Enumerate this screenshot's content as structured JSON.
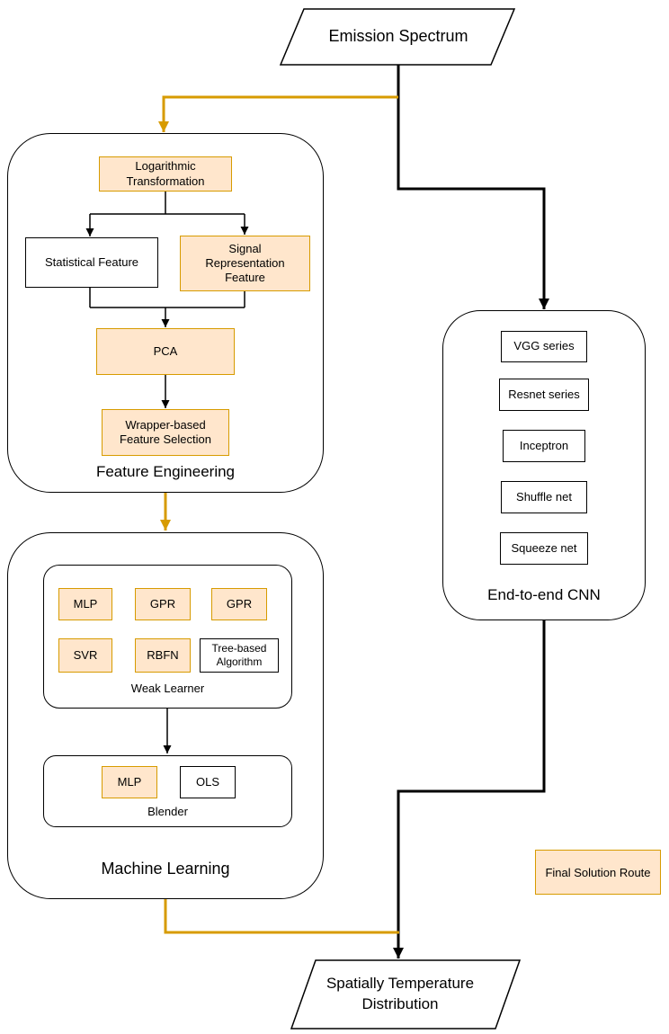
{
  "colors": {
    "accent_fill": "#FFE6CC",
    "accent_border": "#D79B00",
    "arrow_orange": "#D79B00",
    "arrow_black": "#000000"
  },
  "terminals": {
    "input": "Emission Spectrum",
    "output": "Spatially Temperature Distribution"
  },
  "legend": {
    "final_solution_route": "Final Solution Route"
  },
  "feature_engineering": {
    "label": "Feature Engineering",
    "log_transform": "Logarithmic Transformation",
    "statistical_feature": "Statistical Feature",
    "signal_representation": "Signal Representation Feature",
    "pca": "PCA",
    "wrapper": "Wrapper-based Feature Selection"
  },
  "machine_learning": {
    "label": "Machine Learning",
    "weak_learner": {
      "label": "Weak Learner",
      "items": [
        "MLP",
        "GPR",
        "GPR",
        "SVR",
        "RBFN",
        "Tree-based Algorithm"
      ]
    },
    "blender": {
      "label": "Blender",
      "items": [
        "MLP",
        "OLS"
      ]
    }
  },
  "cnn": {
    "label": "End-to-end CNN",
    "items": [
      "VGG series",
      "Resnet series",
      "Inceptron",
      "Shuffle net",
      "Squeeze net"
    ]
  }
}
